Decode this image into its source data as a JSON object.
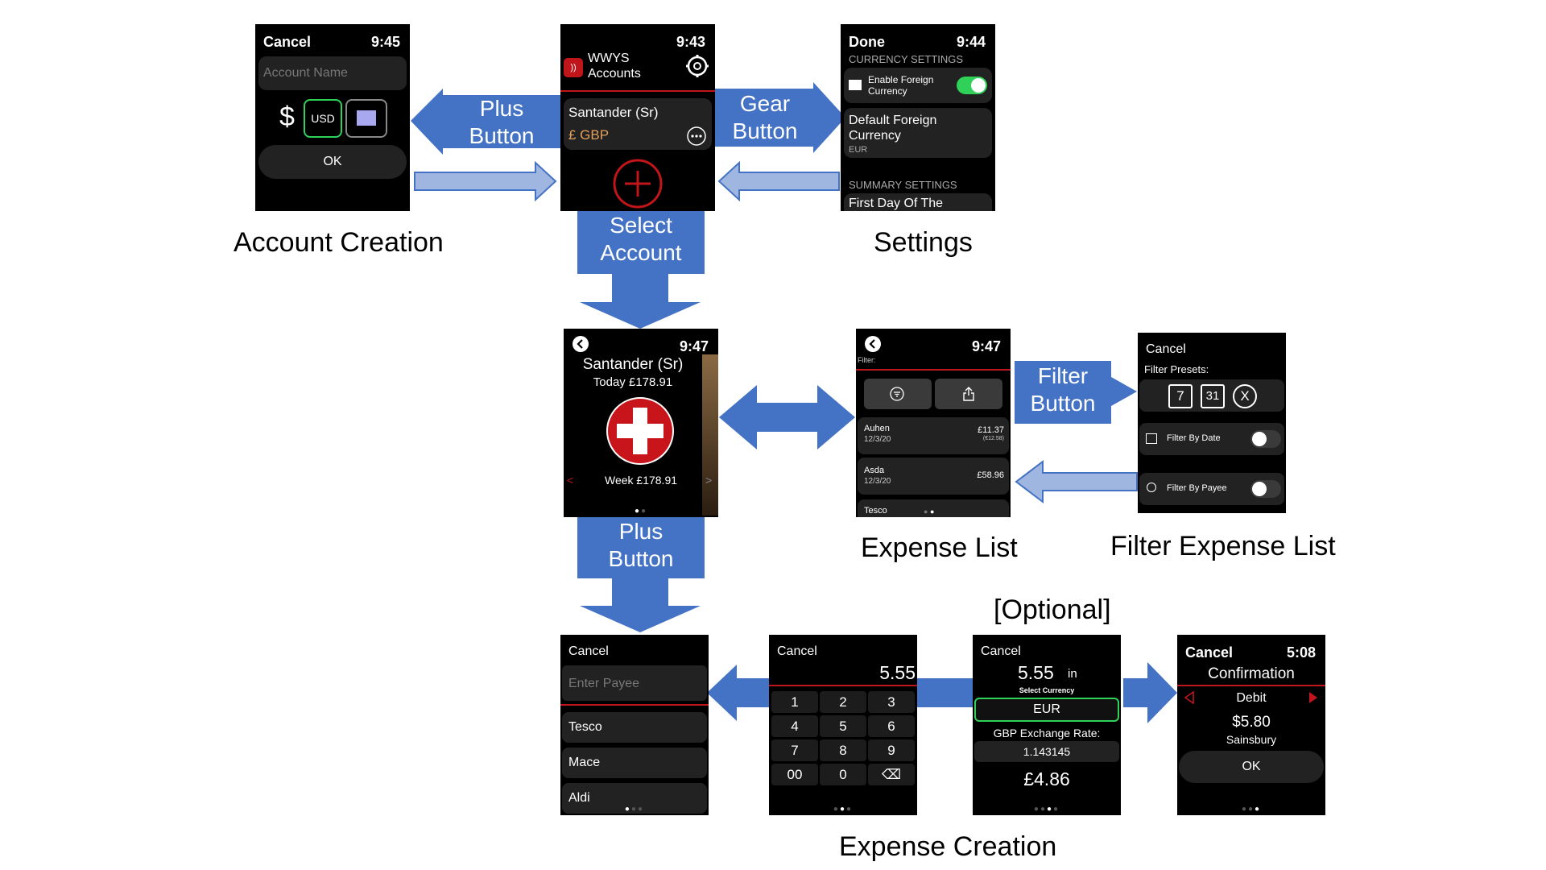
{
  "section_labels": {
    "account_creation": "Account Creation",
    "settings": "Settings",
    "expense_list": "Expense List",
    "filter_expense_list": "Filter Expense List",
    "expense_creation": "Expense Creation",
    "optional": "[Optional]"
  },
  "arrow_labels": {
    "plus_button_top_1": "Plus",
    "plus_button_top_2": "Button",
    "gear_button_1": "Gear",
    "gear_button_2": "Button",
    "select_account_1": "Select",
    "select_account_2": "Account",
    "filter_button_1": "Filter",
    "filter_button_2": "Button",
    "plus_button_mid_1": "Plus",
    "plus_button_mid_2": "Button"
  },
  "colors": {
    "arrow_blue": "#4472c4",
    "accent_red": "#c0151a",
    "accent_green": "#2fd158",
    "gbp_orange": "#e6a05a"
  },
  "account_creation": {
    "cancel": "Cancel",
    "time": "9:45",
    "placeholder": "Account Name",
    "currency_symbol": "$",
    "currency_code": "USD",
    "ok": "OK"
  },
  "accounts": {
    "time": "9:43",
    "app_name_1": "WWYS",
    "app_name_2": "Accounts",
    "account_name": "Santander (Sr)",
    "account_currency": "£ GBP",
    "gear_icon": "gear-icon",
    "add_icon": "plus-circle-icon"
  },
  "settings": {
    "done": "Done",
    "time": "9:44",
    "currency_section": "CURRENCY SETTINGS",
    "enable_foreign_1": "Enable Foreign",
    "enable_foreign_2": "Currency",
    "enable_foreign_on": true,
    "default_foreign_1": "Default Foreign",
    "default_foreign_2": "Currency",
    "default_foreign_value": "EUR",
    "summary_section": "SUMMARY SETTINGS",
    "first_day": "First Day Of The"
  },
  "account_detail": {
    "time": "9:47",
    "account_name": "Santander (Sr)",
    "today": "Today £178.91",
    "week": "Week £178.91"
  },
  "expense_list": {
    "time": "9:47",
    "filter_label": "Filter:",
    "items": [
      {
        "payee": "Auhen",
        "date": "12/3/20",
        "amount": "£11.37",
        "sub_amount": "(€12.58)"
      },
      {
        "payee": "Asda",
        "date": "12/3/20",
        "amount": "£58.96",
        "sub_amount": ""
      }
    ],
    "partial_item": "Tesco"
  },
  "filter": {
    "cancel": "Cancel",
    "presets_label": "Filter Presets:",
    "preset_day": "7",
    "preset_month": "31",
    "preset_clear": "X",
    "filter_by_date": "Filter By Date",
    "filter_by_payee": "Filter By Payee"
  },
  "payee": {
    "cancel": "Cancel",
    "placeholder": "Enter Payee",
    "options": [
      "Tesco",
      "Mace",
      "Aldi"
    ]
  },
  "keypad": {
    "cancel": "Cancel",
    "value": "5.55",
    "keys": [
      "1",
      "2",
      "3",
      "4",
      "5",
      "6",
      "7",
      "8",
      "9",
      "00",
      "0",
      "⌫"
    ]
  },
  "currency_select": {
    "cancel": "Cancel",
    "amount": "5.55",
    "in": "in",
    "select_currency": "Select Currency",
    "currency": "EUR",
    "rate_label": "GBP Exchange Rate:",
    "rate_value": "1.143145",
    "converted": "£4.86"
  },
  "confirmation": {
    "cancel": "Cancel",
    "time": "5:08",
    "title": "Confirmation",
    "type": "Debit",
    "amount": "$5.80",
    "payee": "Sainsbury",
    "ok": "OK"
  }
}
